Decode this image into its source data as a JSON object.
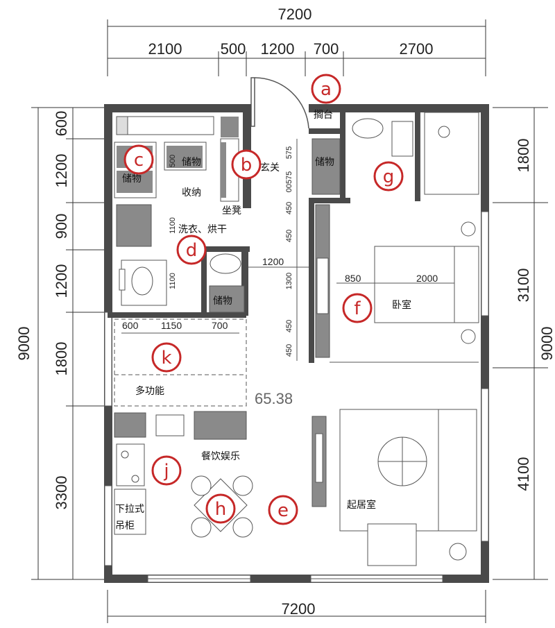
{
  "dimensions": {
    "top_total": "7200",
    "top_segments": [
      "2100",
      "500",
      "1200",
      "700",
      "2700"
    ],
    "bottom_total": "7200",
    "left_total": "9000",
    "left_segments": [
      "600",
      "1200",
      "900",
      "1200",
      "1800",
      "3300"
    ],
    "right_segments": [
      "1800",
      "3100",
      "4100"
    ],
    "right_total": "9000",
    "inner": {
      "storage_w": "500",
      "laundry_h": "1100",
      "toilet_h": "1100",
      "aisle": "1200",
      "bed_offset": "850",
      "bed_length": "2000",
      "wall_a": "575",
      "wall_b": "00575",
      "wall_c": "450",
      "wall_d": "450",
      "wall_e": "1300",
      "wall_f": "450",
      "wall_g": "450",
      "multi_a": "600",
      "multi_b": "1150",
      "multi_c": "700"
    }
  },
  "labels": {
    "shelf": "搁台",
    "entry": "玄关",
    "storage": "储物",
    "storage2": "储物",
    "storage3": "储物",
    "storage4": "储物",
    "closet": "收纳",
    "stool": "坐凳",
    "laundry": "洗衣、烘干",
    "bedroom": "卧室",
    "multi": "多功能",
    "dining": "餐饮娱乐",
    "living": "起居室",
    "cabinet1": "下拉式",
    "cabinet2": "吊柜",
    "area": "65.38"
  },
  "badges": [
    "a",
    "b",
    "c",
    "d",
    "e",
    "f",
    "g",
    "h",
    "j",
    "k"
  ],
  "colors": {
    "wall": "#4a4a4a",
    "line": "#555555",
    "badge": "#c62828",
    "fill_gray": "#8a8a8a"
  }
}
